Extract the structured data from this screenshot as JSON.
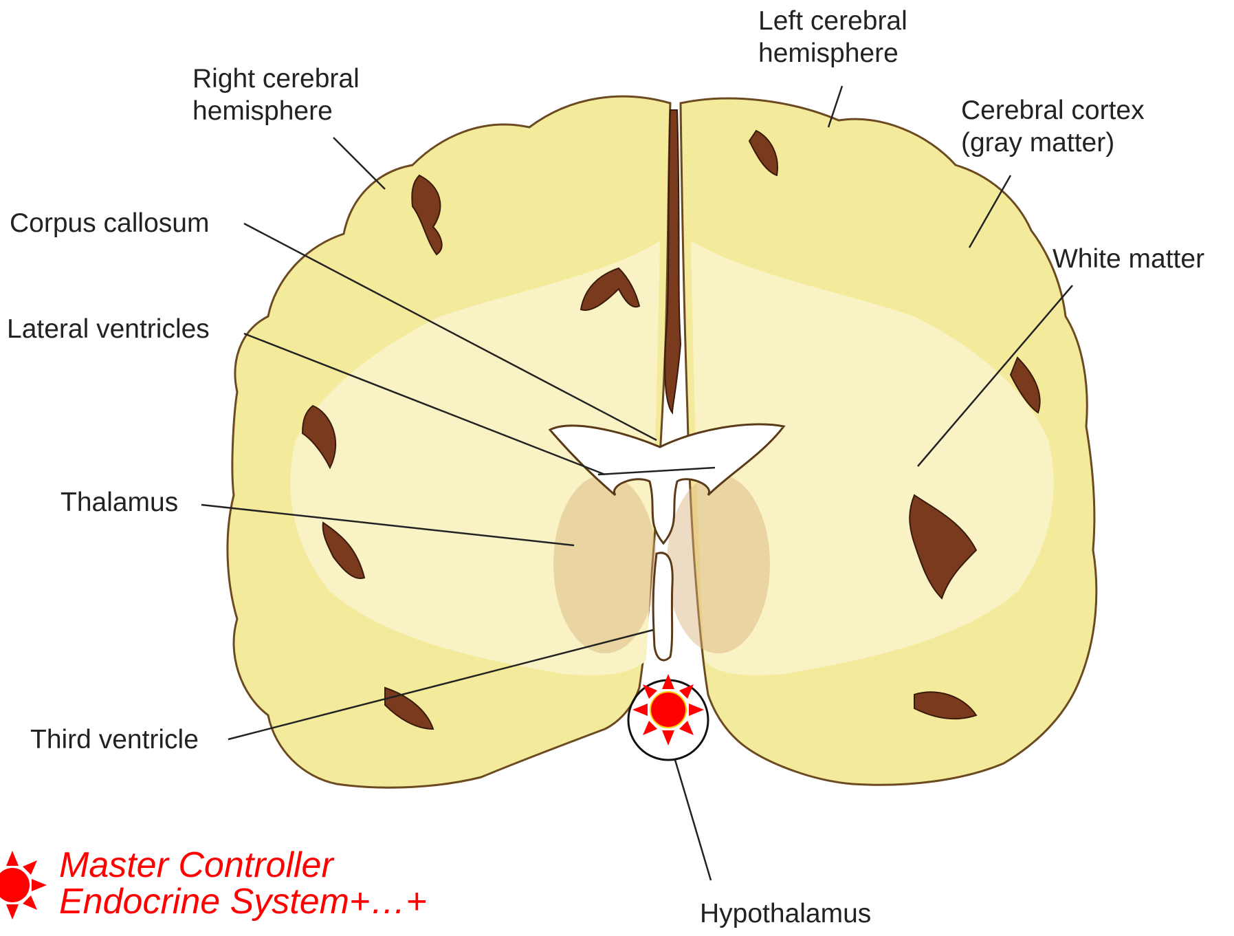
{
  "labels": {
    "right_hemisphere": [
      "Right cerebral",
      "hemisphere"
    ],
    "left_hemisphere": [
      "Left cerebral",
      "hemisphere"
    ],
    "cerebral_cortex": [
      "Cerebral cortex",
      "(gray matter)"
    ],
    "white_matter": "White matter",
    "corpus_callosum": "Corpus callosum",
    "lateral_ventricles": "Lateral ventricles",
    "thalamus": "Thalamus",
    "third_ventricle": "Third ventricle",
    "hypothalamus": "Hypothalamus"
  },
  "note": {
    "line1": "Master Controller",
    "line2": "Endocrine System+…+"
  },
  "colors": {
    "brain_fill": "#f4ea9c",
    "white_matter": "#f8f2c4",
    "sulcus": "#7a3a1e",
    "thalamus_tint": "#d9b07a",
    "highlight": "#ff0000",
    "label_text": "#222222"
  },
  "icons": {
    "highlight_marker": "red-sun-icon"
  }
}
